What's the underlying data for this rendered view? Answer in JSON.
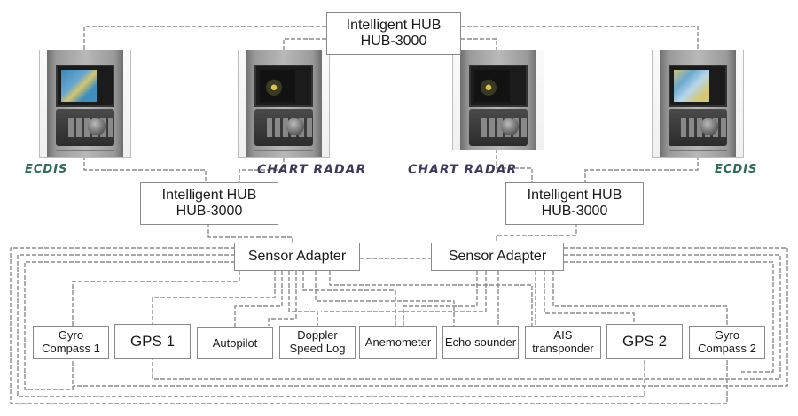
{
  "hubs": {
    "top": {
      "line1": "Intelligent HUB",
      "line2": "HUB-3000"
    },
    "left": {
      "line1": "Intelligent HUB",
      "line2": "HUB-3000"
    },
    "right": {
      "line1": "Intelligent HUB",
      "line2": "HUB-3000"
    }
  },
  "adapters": {
    "left": "Sensor Adapter",
    "right": "Sensor Adapter"
  },
  "consoles": [
    {
      "brand": "ECDIS",
      "type": "ecdis"
    },
    {
      "brand": "CHART RADAR",
      "type": "radar"
    },
    {
      "brand": "CHART RADAR",
      "type": "radar"
    },
    {
      "brand": "ECDIS",
      "type": "ecdis"
    }
  ],
  "sensors": [
    {
      "line1": "Gyro",
      "line2": "Compass 1"
    },
    {
      "line1": "GPS 1",
      "line2": ""
    },
    {
      "line1": "Autopilot",
      "line2": ""
    },
    {
      "line1": "Doppler",
      "line2": "Speed Log"
    },
    {
      "line1": "Anemometer",
      "line2": ""
    },
    {
      "line1": "Echo sounder",
      "line2": ""
    },
    {
      "line1": "AIS",
      "line2": "transponder"
    },
    {
      "line1": "GPS 2",
      "line2": ""
    },
    {
      "line1": "Gyro",
      "line2": "Compass 2"
    }
  ],
  "colors": {
    "wire": "#8c8c8c",
    "box_border": "#8a8a8a",
    "ecdis_brand": "#2e6b5a",
    "radar_brand": "#3e3a5c"
  }
}
